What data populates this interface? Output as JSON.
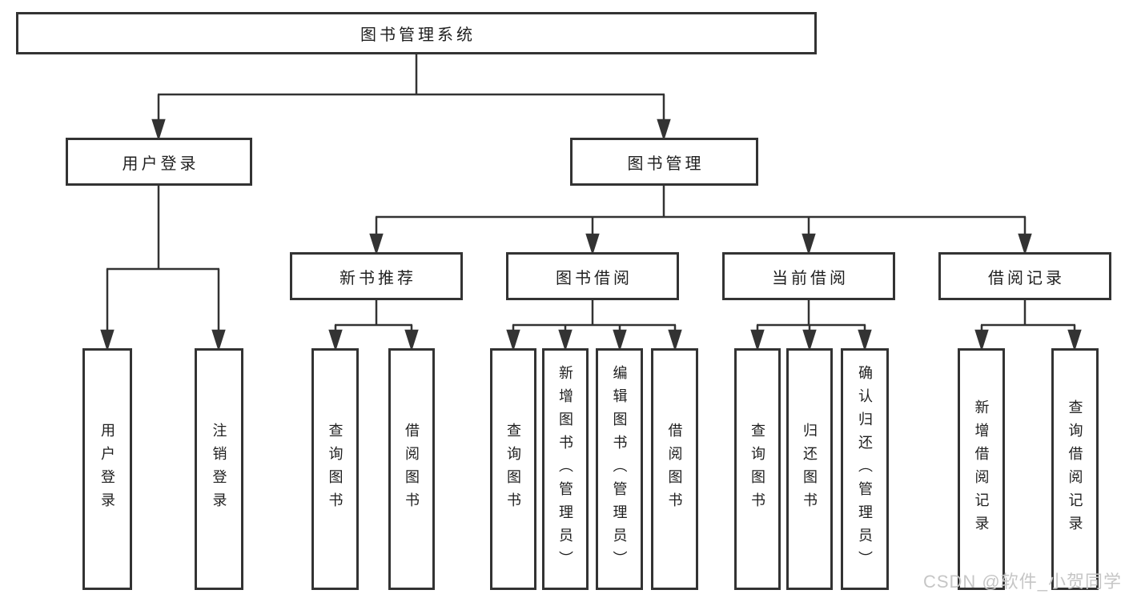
{
  "diagram_title": "图书管理系统",
  "tree": {
    "root": {
      "label": "图书管理系统"
    },
    "level2": [
      {
        "label": "用户登录"
      },
      {
        "label": "图书管理"
      }
    ],
    "level3": [
      {
        "label": "新书推荐",
        "parent": "图书管理"
      },
      {
        "label": "图书借阅",
        "parent": "图书管理"
      },
      {
        "label": "当前借阅",
        "parent": "图书管理"
      },
      {
        "label": "借阅记录",
        "parent": "图书管理"
      }
    ],
    "leaves": [
      {
        "label": "用户登录",
        "parent": "用户登录"
      },
      {
        "label": "注销登录",
        "parent": "用户登录"
      },
      {
        "label": "查询图书",
        "parent": "新书推荐"
      },
      {
        "label": "借阅图书",
        "parent": "新书推荐"
      },
      {
        "label": "查询图书",
        "parent": "图书借阅"
      },
      {
        "label": "新增图书（管理员）",
        "parent": "图书借阅"
      },
      {
        "label": "编辑图书（管理员）",
        "parent": "图书借阅"
      },
      {
        "label": "借阅图书",
        "parent": "图书借阅"
      },
      {
        "label": "查询图书",
        "parent": "当前借阅"
      },
      {
        "label": "归还图书",
        "parent": "当前借阅"
      },
      {
        "label": "确认归还（管理员）",
        "parent": "当前借阅"
      },
      {
        "label": "新增借阅记录",
        "parent": "借阅记录"
      },
      {
        "label": "查询借阅记录",
        "parent": "借阅记录"
      }
    ]
  },
  "watermark": "CSDN @软件_小贺同学",
  "colors": {
    "line": "#333333",
    "text": "#1f1f1f",
    "background": "#ffffff",
    "watermark": "#c6c6c6"
  }
}
